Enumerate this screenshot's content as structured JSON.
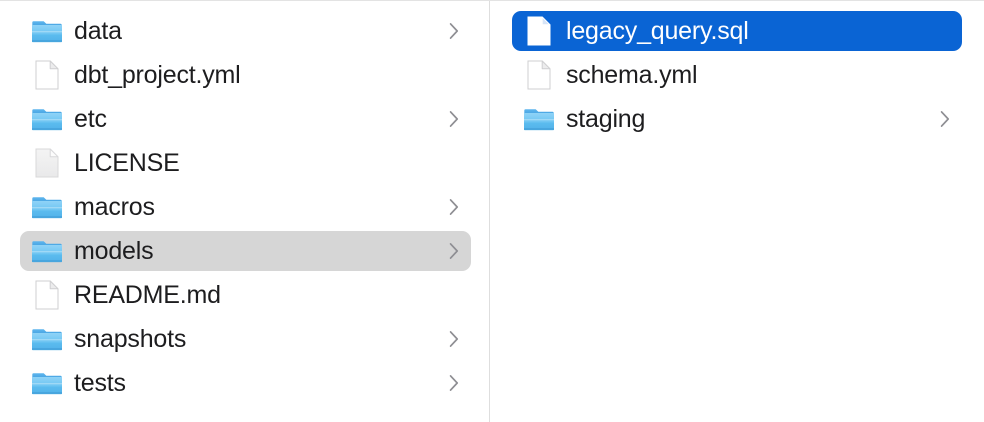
{
  "window": {
    "title": "Finder — Column View",
    "view_mode": "column",
    "background_color": "#ffffff",
    "divider_color": "#dedede",
    "selection_active_color": "#0a64d4",
    "selection_inactive_color": "#d6d6d6",
    "text_color": "#1d1d1f",
    "selected_text_color": "#ffffff",
    "chevron_color": "#8e8e93"
  },
  "columns": [
    {
      "name": "parent-column",
      "items": [
        {
          "label": "data",
          "kind": "folder",
          "icon": "folder-icon",
          "has_chevron": true,
          "selected": false,
          "selection_state": "none"
        },
        {
          "label": "dbt_project.yml",
          "kind": "file",
          "icon": "document-icon",
          "has_chevron": false,
          "selected": false,
          "selection_state": "none"
        },
        {
          "label": "etc",
          "kind": "folder",
          "icon": "folder-icon",
          "has_chevron": true,
          "selected": false,
          "selection_state": "none"
        },
        {
          "label": "LICENSE",
          "kind": "file-generic",
          "icon": "plain-document-icon",
          "has_chevron": false,
          "selected": false,
          "selection_state": "none"
        },
        {
          "label": "macros",
          "kind": "folder",
          "icon": "folder-icon",
          "has_chevron": true,
          "selected": false,
          "selection_state": "none"
        },
        {
          "label": "models",
          "kind": "folder",
          "icon": "folder-icon",
          "has_chevron": true,
          "selected": true,
          "selection_state": "inactive"
        },
        {
          "label": "README.md",
          "kind": "file",
          "icon": "document-icon",
          "has_chevron": false,
          "selected": false,
          "selection_state": "none"
        },
        {
          "label": "snapshots",
          "kind": "folder",
          "icon": "folder-icon",
          "has_chevron": true,
          "selected": false,
          "selection_state": "none"
        },
        {
          "label": "tests",
          "kind": "folder",
          "icon": "folder-icon",
          "has_chevron": true,
          "selected": false,
          "selection_state": "none"
        }
      ]
    },
    {
      "name": "child-column",
      "items": [
        {
          "label": "legacy_query.sql",
          "kind": "file",
          "icon": "document-icon",
          "has_chevron": false,
          "selected": true,
          "selection_state": "active"
        },
        {
          "label": "schema.yml",
          "kind": "file",
          "icon": "document-icon",
          "has_chevron": false,
          "selected": false,
          "selection_state": "none"
        },
        {
          "label": "staging",
          "kind": "folder",
          "icon": "folder-icon",
          "has_chevron": true,
          "selected": false,
          "selection_state": "none"
        }
      ]
    }
  ]
}
